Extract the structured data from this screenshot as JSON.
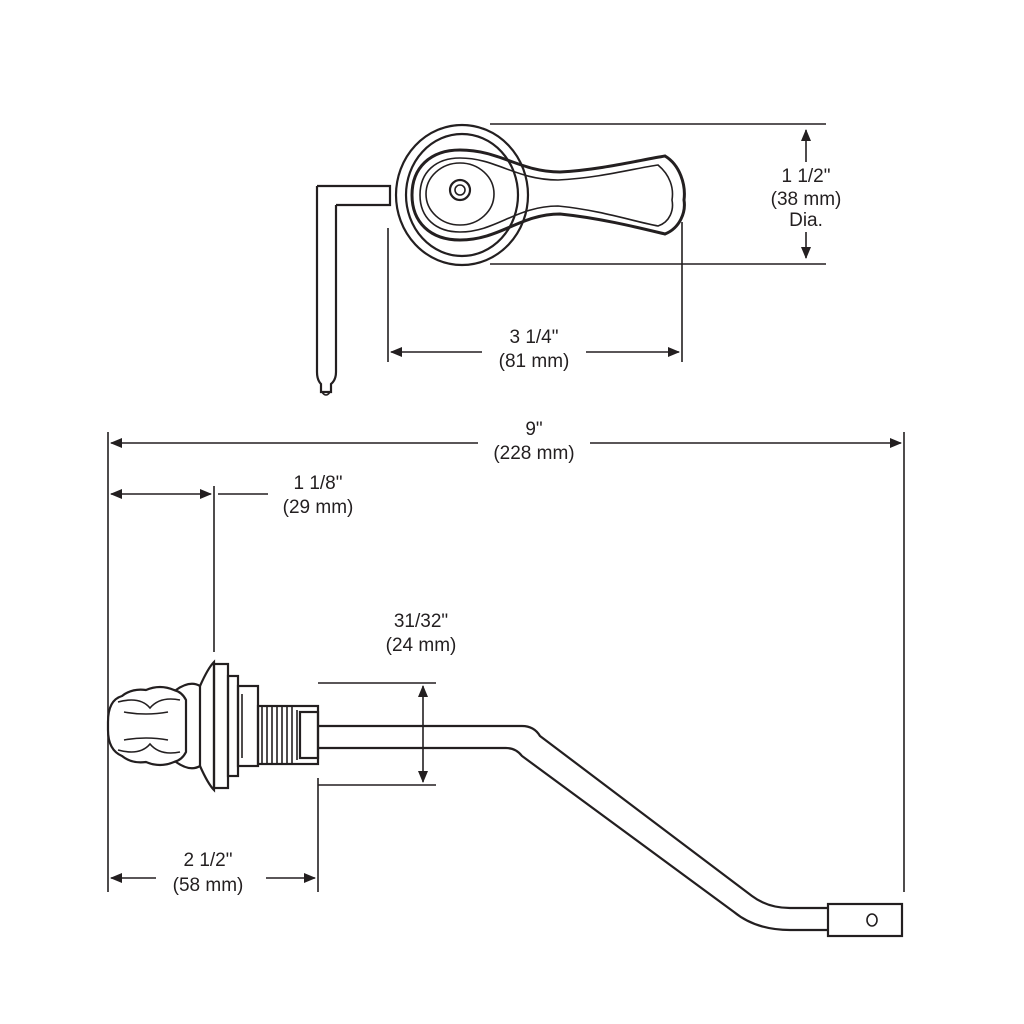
{
  "diagram": {
    "line_color": "#231f20",
    "background_color": "#ffffff",
    "top_view": {
      "diameter": {
        "imperial": "1 1/2\"",
        "metric": "(38 mm)",
        "suffix": "Dia."
      },
      "handle_length": {
        "imperial": "3 1/4\"",
        "metric": "(81 mm)"
      }
    },
    "side_view": {
      "overall_length": {
        "imperial": "9\"",
        "metric": "(228 mm)"
      },
      "handle_depth": {
        "imperial": "1 1/8\"",
        "metric": "(29 mm)"
      },
      "shank_diameter": {
        "imperial": "31/32\"",
        "metric": "(24 mm)"
      },
      "shank_length": {
        "imperial": "2 1/2\"",
        "metric": "(58 mm)"
      }
    }
  }
}
